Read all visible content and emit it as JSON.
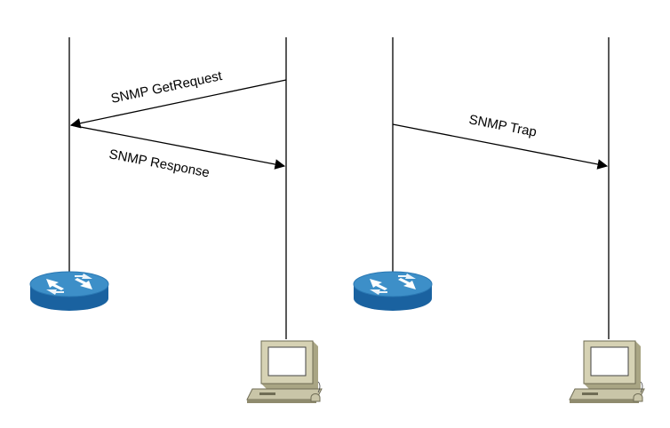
{
  "messages": {
    "get_request": "SNMP GetRequest",
    "response": "SNMP Response",
    "trap": "SNMP Trap"
  },
  "icons": {
    "router": "router-icon",
    "workstation": "workstation-icon"
  },
  "colors": {
    "router_top": "#3d8fc8",
    "router_side": "#1a62a0",
    "workstation_body": "#c9c5a8",
    "workstation_screen": "#ffffff",
    "line": "#000000"
  }
}
